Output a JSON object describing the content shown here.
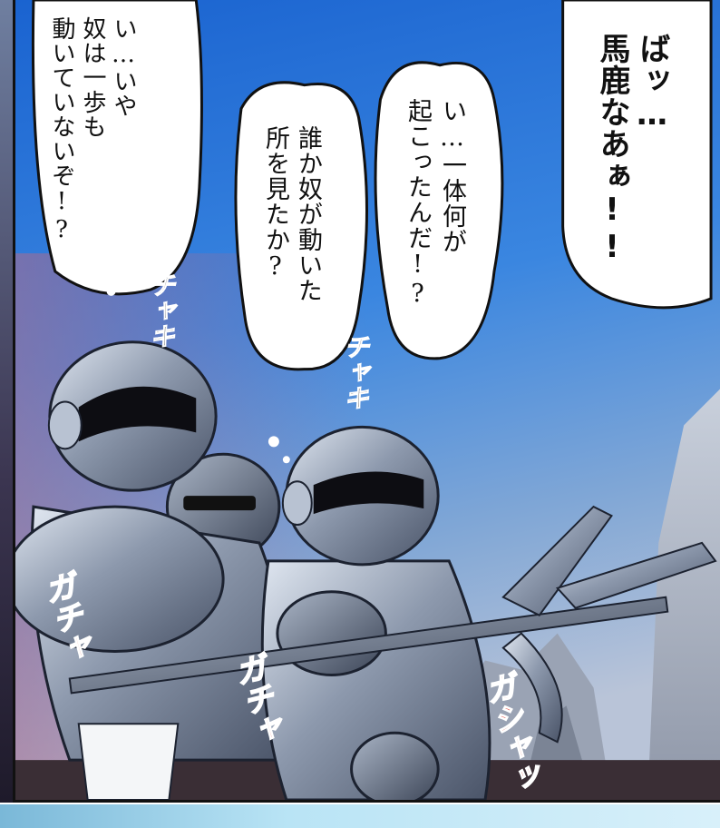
{
  "bubbles": {
    "shout": "ばッ…\n馬鹿なあぁ!!",
    "question": "い…一体何が\n起こったんだ!?",
    "saw": "誰か奴が動いた\n所を見たか?",
    "denial": "い…いや\n奴は一歩も\n動いていないぞ!?"
  },
  "sfx": {
    "kachi_1": "チャキ",
    "kachi_2": "チャキ",
    "gacha_1": "ガチャ",
    "gacha_2": "ガチャ",
    "gacha_3": "ガシャッ"
  },
  "colors": {
    "sky_top": "#1f6fd6",
    "sky_bottom": "#9db6d6",
    "armor": "#8e9bb0",
    "sfx_red": "#e03a2e"
  }
}
